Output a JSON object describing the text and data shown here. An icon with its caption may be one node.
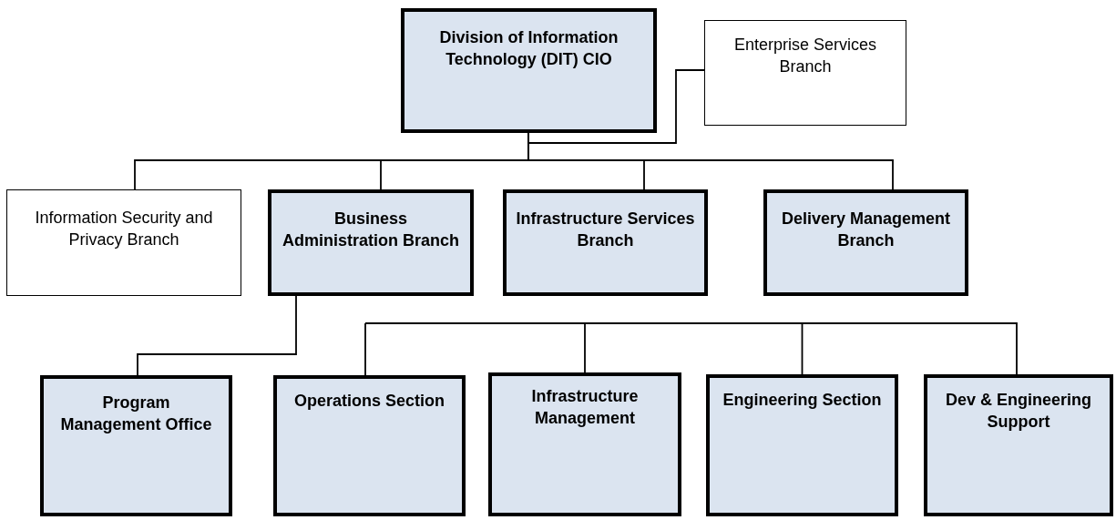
{
  "diagram": {
    "nodes": [
      {
        "text": [
          "Division of Information Technology (DIT) CIO"
        ]
      },
      {
        "text": [
          "Enterprise Services Branch"
        ]
      },
      {
        "text": [
          "Information Security and Privacy Branch"
        ]
      },
      {
        "text": [
          "Business Administration Branch"
        ]
      },
      {
        "text": [
          "Infrastructure Services Branch"
        ]
      },
      {
        "text": [
          "Delivery Management Branch"
        ]
      },
      {
        "text": [
          "Program Management Office"
        ]
      },
      {
        "text": [
          "Operations Section"
        ]
      },
      {
        "text": [
          "Infrastructure Management"
        ]
      },
      {
        "text": [
          "Engineering Section"
        ]
      },
      {
        "text": [
          "Dev & Engineering Support"
        ]
      }
    ],
    "edges": [
      {
        "from": 0,
        "to": 1,
        "arrow": "none"
      },
      {
        "from": 0,
        "to": 2,
        "arrow": "none"
      },
      {
        "from": 0,
        "to": 3,
        "arrow": "none"
      },
      {
        "from": 0,
        "to": 4,
        "arrow": "none"
      },
      {
        "from": 0,
        "to": 5,
        "arrow": "none"
      },
      {
        "from": 3,
        "to": 6,
        "arrow": "none"
      },
      {
        "from": null,
        "to": 7,
        "arrow": "none"
      },
      {
        "from": null,
        "to": 8,
        "arrow": "none"
      },
      {
        "from": null,
        "to": 9,
        "arrow": "none"
      },
      {
        "from": null,
        "to": 10,
        "arrow": "none"
      }
    ]
  }
}
